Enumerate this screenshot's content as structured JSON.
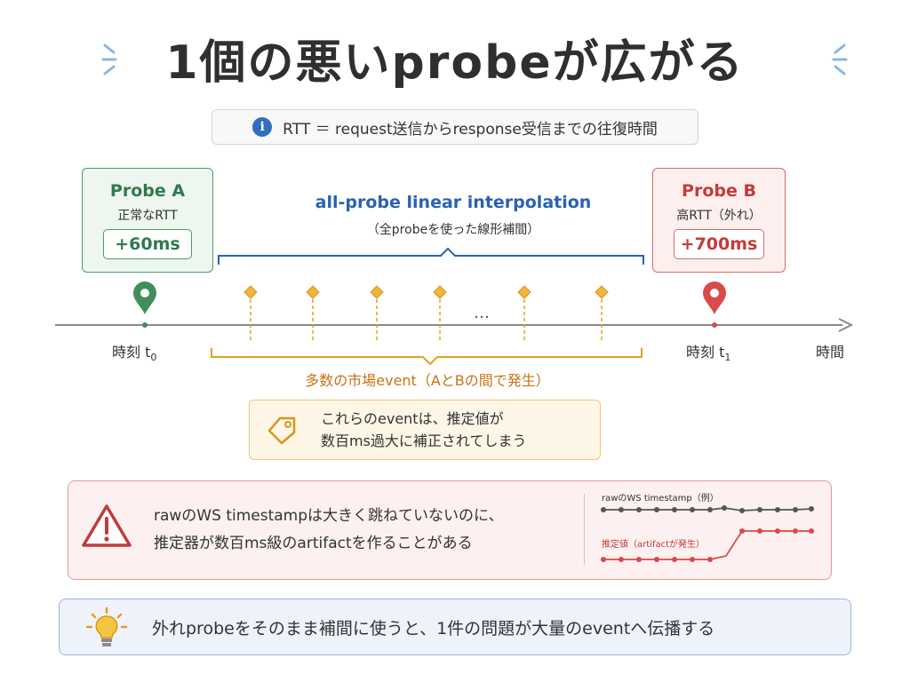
{
  "title": "1個の悪いprobeが広がる",
  "rtt_note": {
    "icon": "info-icon",
    "text": "RTT ＝ request送信からresponse受信までの往復時間"
  },
  "probe_a": {
    "name": "Probe A",
    "desc": "正常なRTT",
    "value": "+60ms",
    "color": "#2f7a4e"
  },
  "probe_b": {
    "name": "Probe B",
    "desc": "高RTT（外れ）",
    "value": "+700ms",
    "color": "#c23b3b"
  },
  "interpolation": {
    "title": "all-probe linear interpolation",
    "subtitle": "（全probeを使った線形補間）",
    "color": "#2a62b0"
  },
  "timeline": {
    "t0_label": "時刻",
    "t0_sym": "t",
    "t0_sub": "0",
    "t1_label": "時刻",
    "t1_sym": "t",
    "t1_sub": "1",
    "axis_label": "時間",
    "ellipsis": "…"
  },
  "events": {
    "label": "多数の市場event（AとBの間で発生）",
    "color": "#c87314"
  },
  "event_note": {
    "line1": "これらのeventは、推定値が",
    "line2": "数百ms過大に補正されてしまう"
  },
  "warning": {
    "line1": "rawのWS timestampは大きく跳ねていないのに、",
    "line2": "推定器が数百ms級のartifactを作ることがある",
    "raw_label": "rawのWS timestamp（例）",
    "est_label": "推定値（artifactが発生）"
  },
  "tip": {
    "text": "外れprobeをそのまま補間に使うと、1件の問題が大量のeventへ伝播する"
  },
  "colors": {
    "green": "#4c9a6a",
    "red": "#d94a4a",
    "orange": "#e0a21c",
    "blue": "#2a62b0",
    "gray": "#555555"
  }
}
